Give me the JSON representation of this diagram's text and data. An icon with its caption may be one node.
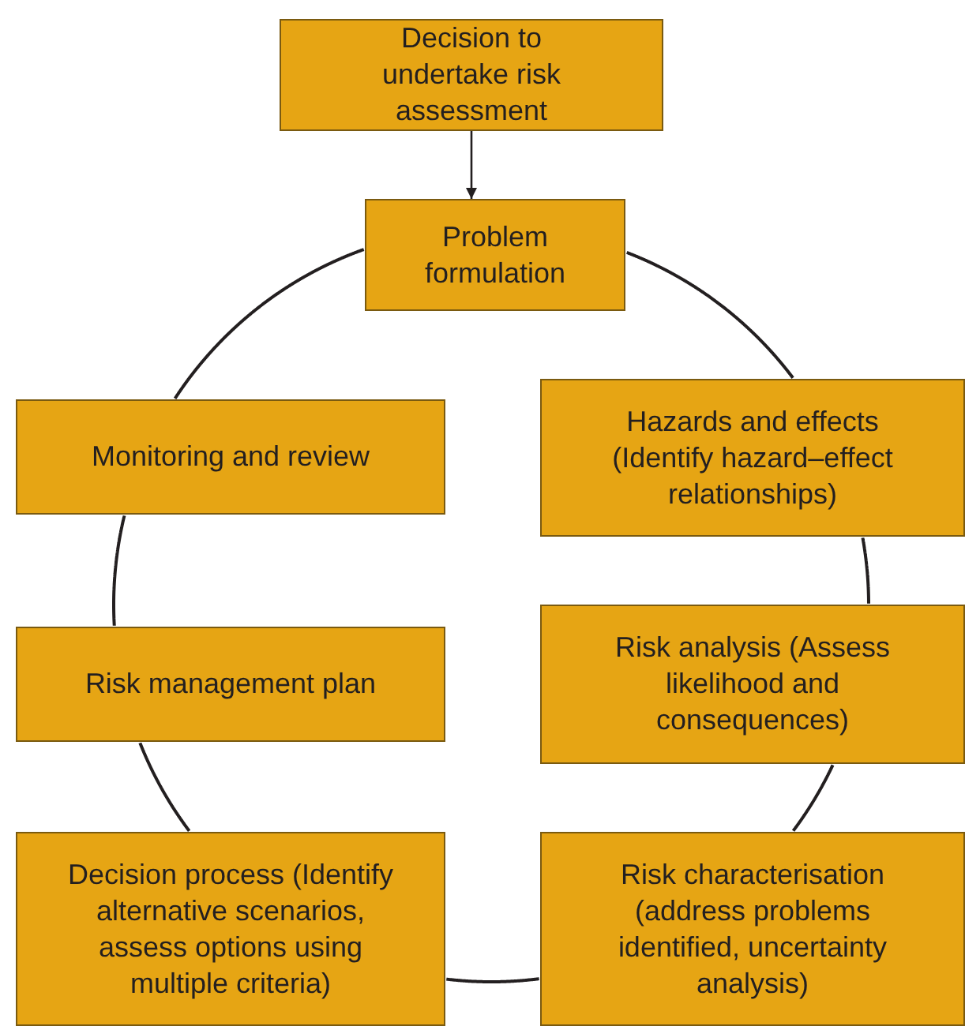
{
  "diagram": {
    "nodes": [
      {
        "text": [
          "Decision to undertake risk assessment"
        ]
      },
      {
        "text": [
          "Problem formulation"
        ]
      },
      {
        "text": [
          "Monitoring and review"
        ]
      },
      {
        "text": [
          "Hazards and effects (Identify hazard–effect relationships)"
        ]
      },
      {
        "text": [
          "Risk management plan"
        ]
      },
      {
        "text": [
          "Risk analysis (Assess likelihood and consequences)"
        ]
      },
      {
        "text": [
          "Decision process (Identify alternative scenarios, assess options using multiple criteria)"
        ]
      },
      {
        "text": [
          "Risk characterisation (address problems identified, uncertainty analysis)"
        ]
      }
    ],
    "edges": [
      {
        "from": 0,
        "to": 1,
        "arrow": "to"
      },
      {
        "from": 1,
        "to": 3,
        "arrow": "none"
      },
      {
        "from": 3,
        "to": 5,
        "arrow": "none"
      },
      {
        "from": 5,
        "to": 7,
        "arrow": "none"
      },
      {
        "from": 7,
        "to": 6,
        "arrow": "none"
      },
      {
        "from": 6,
        "to": 4,
        "arrow": "none"
      },
      {
        "from": 4,
        "to": 2,
        "arrow": "none"
      },
      {
        "from": 2,
        "to": 1,
        "arrow": "none"
      }
    ]
  }
}
